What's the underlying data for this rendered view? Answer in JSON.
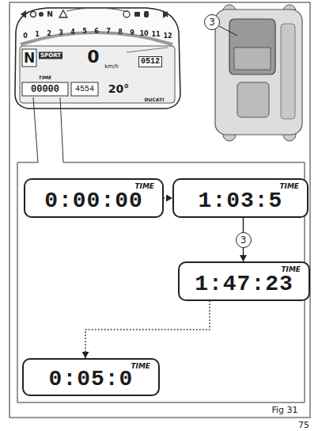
{
  "diagram": {
    "nodes": [
      {
        "text": [
          "TIME",
          "0:00:00"
        ]
      },
      {
        "text": [
          "TIME",
          "1:03:5"
        ]
      },
      {
        "text": [
          "TIME",
          "1:47:23"
        ]
      },
      {
        "text": [
          "TIME",
          "0:05:0"
        ]
      }
    ],
    "edges": [
      {
        "from": 0,
        "to": 1,
        "arrow": "to"
      },
      {
        "from": 1,
        "to": 2,
        "arrow": "to",
        "label": "3"
      },
      {
        "from": 2,
        "to": 3,
        "arrow": "to"
      }
    ],
    "labels": [
      "0",
      "1",
      "2",
      "3",
      "4",
      "5",
      "6",
      "7",
      "8",
      "9",
      "10",
      "11",
      "12",
      "N",
      "SPORT",
      "0",
      "km/h",
      "0512",
      "00000",
      "TIME",
      "4554",
      "20°",
      "DUCATI",
      "3",
      "Fig 31",
      "75",
      "N"
    ]
  }
}
